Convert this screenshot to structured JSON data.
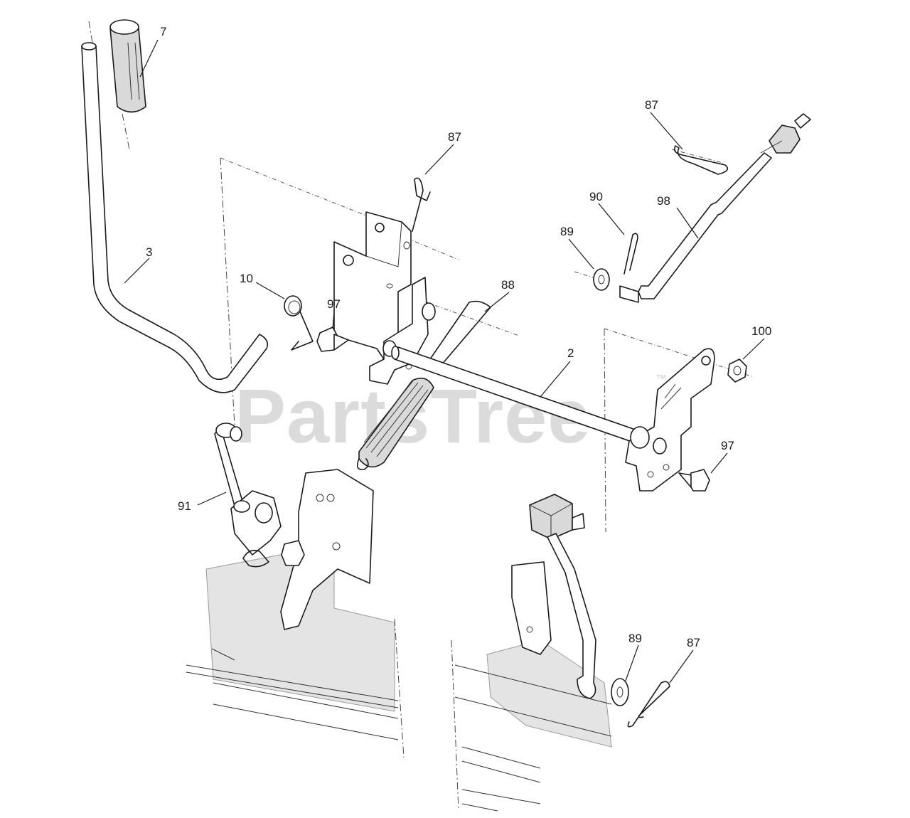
{
  "watermark": {
    "text": "PartsTree",
    "trademark": "™"
  },
  "callouts": [
    {
      "id": "c7",
      "label": "7"
    },
    {
      "id": "c87a",
      "label": "87"
    },
    {
      "id": "c87b",
      "label": "87"
    },
    {
      "id": "c3",
      "label": "3"
    },
    {
      "id": "c10",
      "label": "10"
    },
    {
      "id": "c97a",
      "label": "97"
    },
    {
      "id": "c88",
      "label": "88"
    },
    {
      "id": "c90",
      "label": "90"
    },
    {
      "id": "c98",
      "label": "98"
    },
    {
      "id": "c89a",
      "label": "89"
    },
    {
      "id": "c2",
      "label": "2"
    },
    {
      "id": "c100",
      "label": "100"
    },
    {
      "id": "c97b",
      "label": "97"
    },
    {
      "id": "c91",
      "label": "91"
    },
    {
      "id": "c89b",
      "label": "89"
    },
    {
      "id": "c87c",
      "label": "87"
    }
  ],
  "colors": {
    "line": "#1a1a1a",
    "watermark": "#cfcfcf",
    "background": "#ffffff"
  }
}
